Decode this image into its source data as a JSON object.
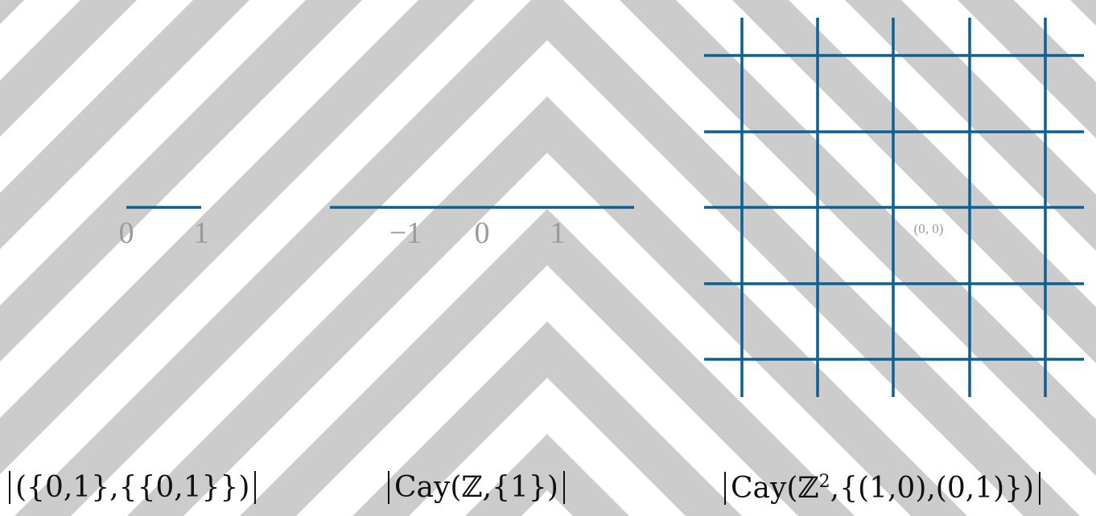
{
  "graph1": {
    "vertex_labels": [
      "0",
      "1"
    ]
  },
  "graph2": {
    "vertex_labels": [
      "−1",
      "0",
      "1"
    ]
  },
  "graph3": {
    "origin_label": "(0, 0)"
  },
  "captions": {
    "graph1": "({0,1},{{0,1}})",
    "graph2": "Cay(ℤ,{1})",
    "graph3_base": "Cay(ℤ",
    "graph3_exp": "2",
    "graph3_rest": ",{(1,0),(0,1)})"
  },
  "colors": {
    "edge": "#0b6196",
    "label": "#9a9a9a",
    "stripe": "#cccccc",
    "background": "#ffffff"
  }
}
